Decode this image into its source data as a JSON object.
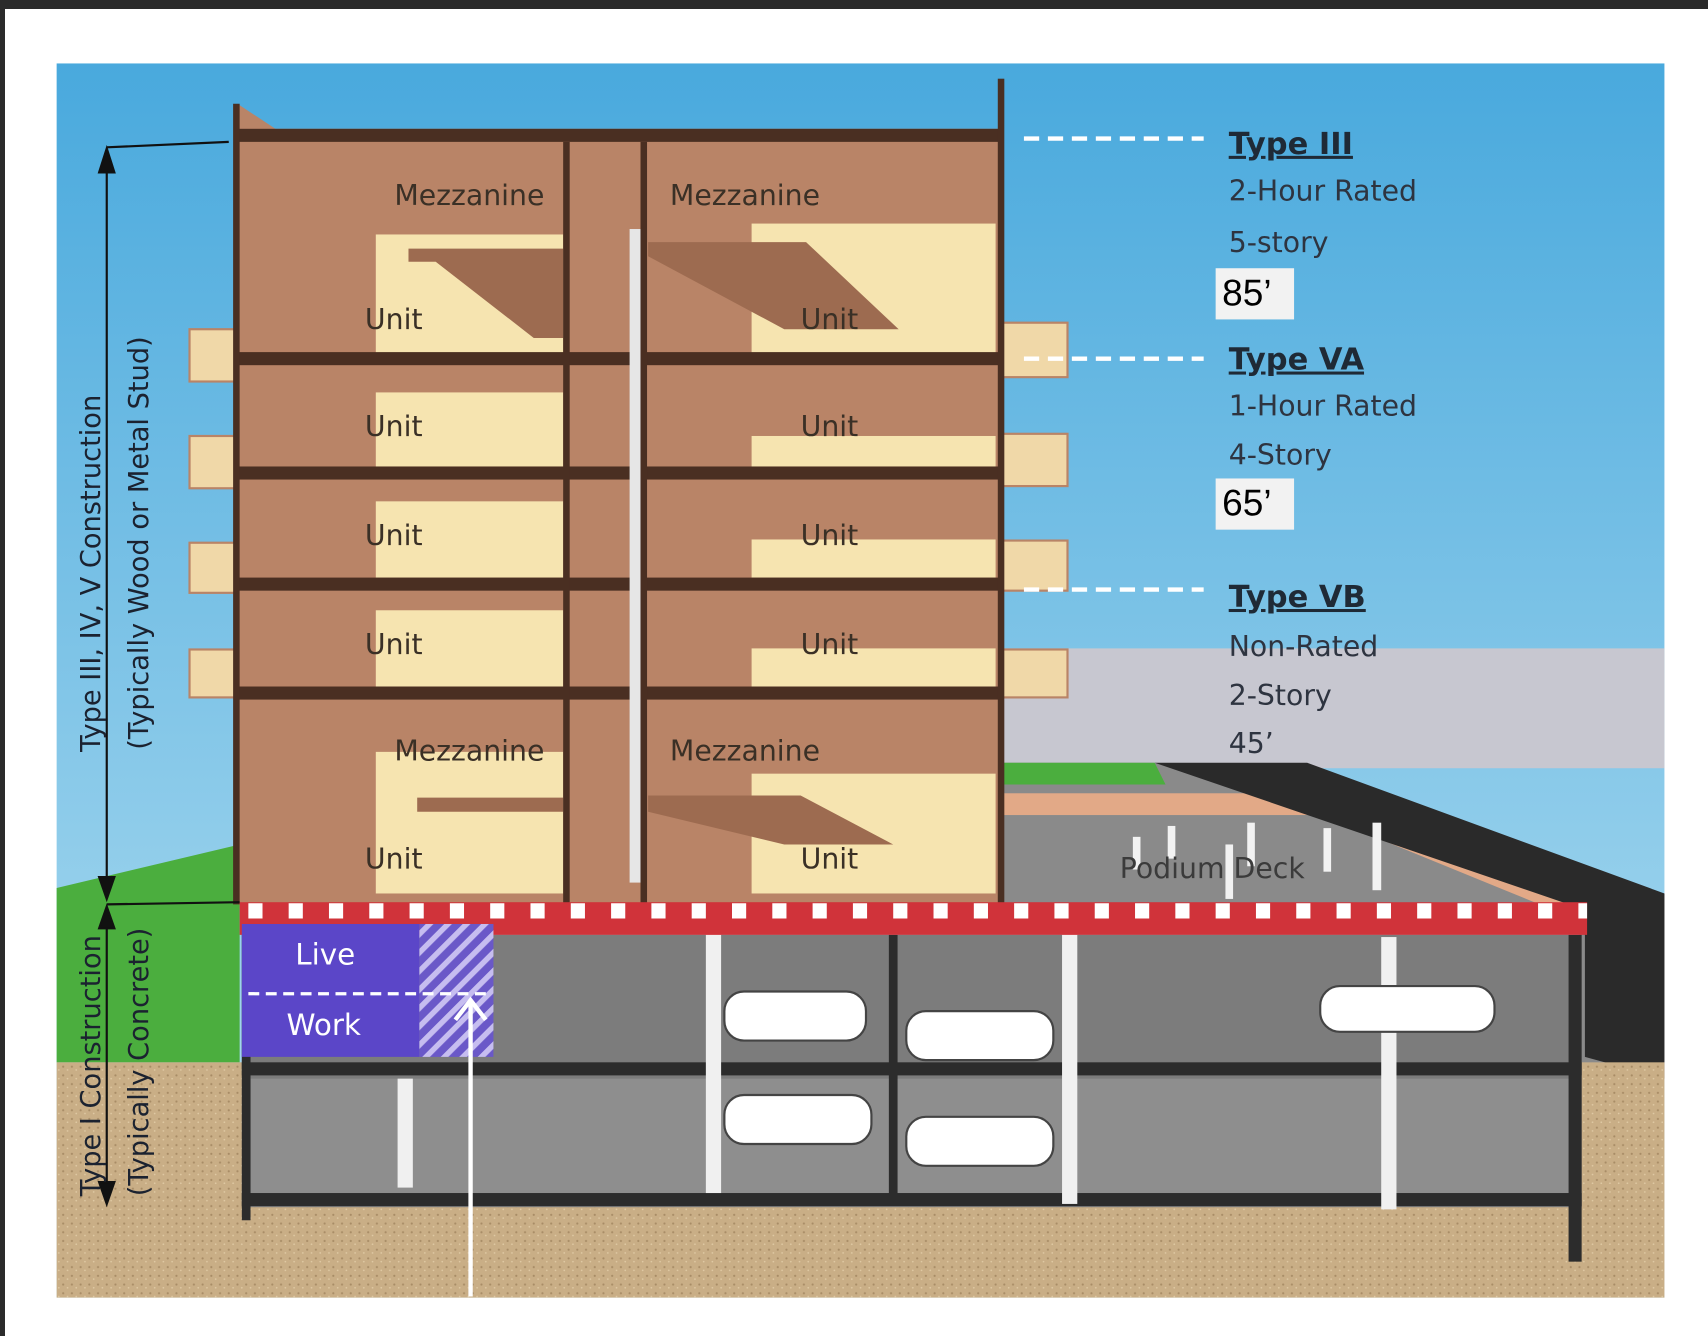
{
  "diagram": {
    "left_labels": {
      "upper_title": "Type III, IV, V Construction",
      "upper_sub": "(Typically Wood or Metal Stud)",
      "lower_title": "Type I Construction",
      "lower_sub": "(Typically Concrete)"
    },
    "rooms": {
      "mezzanine": "Mezzanine",
      "unit": "Unit"
    },
    "live_work": {
      "top": "Live",
      "bottom": "Work"
    },
    "podium_deck": "Podium Deck",
    "types": [
      {
        "title": "Type III",
        "rating": "2-Hour Rated",
        "stories": "5-story",
        "height": "85’"
      },
      {
        "title": "Type VA",
        "rating": "1-Hour Rated",
        "stories": "4-Story",
        "height": "65’"
      },
      {
        "title": "Type VB",
        "rating": "Non-Rated",
        "stories": "2-Story",
        "height": "45’"
      }
    ],
    "colors": {
      "sky": "#4fb0e0",
      "building": "#b98467",
      "interior": "#f6e4b0",
      "podium_red": "#d0333a",
      "livework": "#5b46c8",
      "ground": "#c8ad84"
    }
  }
}
